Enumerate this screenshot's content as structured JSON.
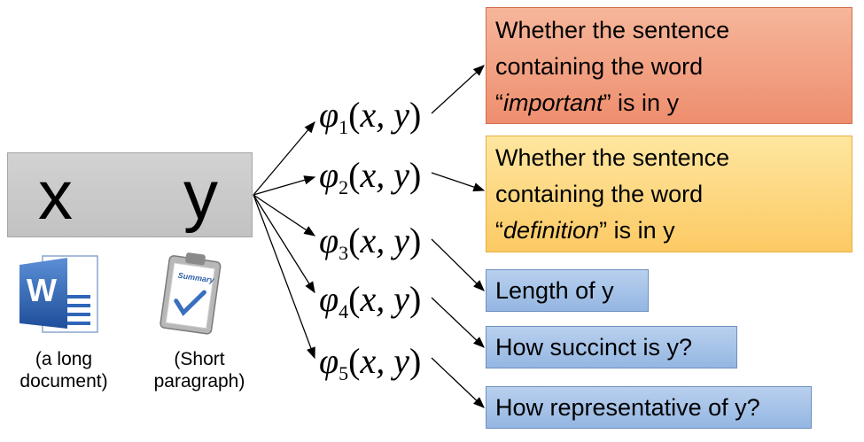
{
  "input_box": {
    "x_label": "x",
    "y_label": "y"
  },
  "icons": {
    "clipboard_text": "Summary"
  },
  "captions": {
    "x": [
      "(a long",
      "document)"
    ],
    "y": [
      "(Short",
      "paragraph)"
    ]
  },
  "phi_symbol": "φ",
  "features": [
    {
      "index": "1",
      "args": "x, y"
    },
    {
      "index": "2",
      "args": "x, y"
    },
    {
      "index": "3",
      "args": "x, y"
    },
    {
      "index": "4",
      "args": "x, y"
    },
    {
      "index": "5",
      "args": "x, y"
    }
  ],
  "boxes": {
    "b1": {
      "line1": "Whether the sentence",
      "line2": "containing the word",
      "open_quote": "“",
      "keyword": "important",
      "close": "”  is in y"
    },
    "b2": {
      "line1": "Whether the sentence",
      "line2": "containing the word",
      "open_quote": "“",
      "keyword": "definition",
      "close": "”  is in y"
    },
    "b3": "Length of y",
    "b4": "How succinct is y?",
    "b5": "How representative of y?"
  },
  "colors": {
    "red_box": "#ee8e6e",
    "yellow_box": "#fcca64",
    "blue_box": "#94b6e2",
    "input_box": "#c8c8c8"
  }
}
